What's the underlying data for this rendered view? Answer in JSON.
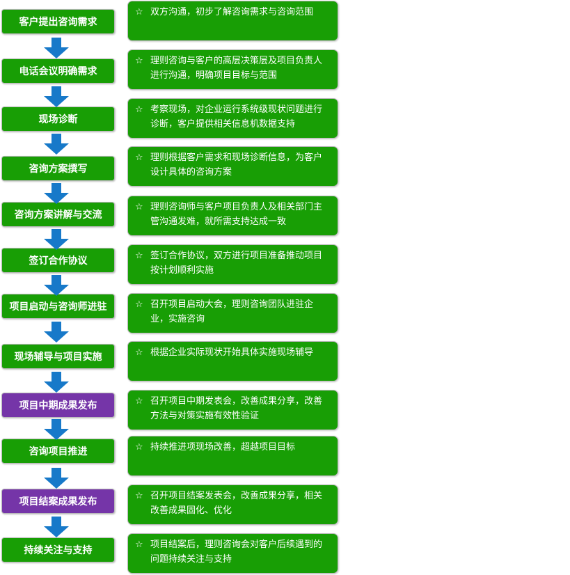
{
  "colors": {
    "step_green": "#189e05",
    "step_purple": "#7535a8",
    "desc_green": "#189e05",
    "arrow_blue": "#1779c9"
  },
  "star_glyph": "☆",
  "arrow_icon": "down-arrow-icon",
  "steps": [
    {
      "label": "客户提出咨询需求",
      "color": "green",
      "desc": "双方沟通，初步了解咨询需求与咨询范围"
    },
    {
      "label": "电话会议明确需求",
      "color": "green",
      "desc": "理则咨询与客户的高层决策层及项目负责人进行沟通，明确项目目标与范围"
    },
    {
      "label": "现场诊断",
      "color": "green",
      "desc": "考察现场，对企业运行系统级现状问题进行诊断，客户提供相关信息机数据支持"
    },
    {
      "label": "咨询方案撰写",
      "color": "green",
      "desc": "理则根据客户需求和现场诊断信息，为客户设计具体的咨询方案"
    },
    {
      "label": "咨询方案讲解与交流",
      "color": "green",
      "desc": "理则咨询师与客户项目负责人及相关部门主管沟通发难，就所需支持达成一致"
    },
    {
      "label": "签订合作协议",
      "color": "green",
      "desc": "签订合作协议，双方进行项目准备推动项目按计划顺利实施"
    },
    {
      "label": "项目启动与咨询师进驻",
      "color": "green",
      "desc": "召开项目启动大会，理则咨询团队进驻企业，实施咨询"
    },
    {
      "label": "现场辅导与项目实施",
      "color": "green",
      "desc": "根据企业实际现状开始具体实施现场辅导"
    },
    {
      "label": "项目中期成果发布",
      "color": "purple",
      "desc": "召开项目中期发表会，改善成果分享，改善方法与对策实施有效性验证"
    },
    {
      "label": "咨询项目推进",
      "color": "green",
      "desc": "持续推进项现场改善，超越项目目标"
    },
    {
      "label": "项目结案成果发布",
      "color": "purple",
      "desc": "召开项目结案发表会，改善成果分享，相关改善成果固化、优化"
    },
    {
      "label": "持续关注与支持",
      "color": "green",
      "desc": "项目结案后，理则咨询会对客户后续遇到的问题持续关注与支持"
    }
  ]
}
